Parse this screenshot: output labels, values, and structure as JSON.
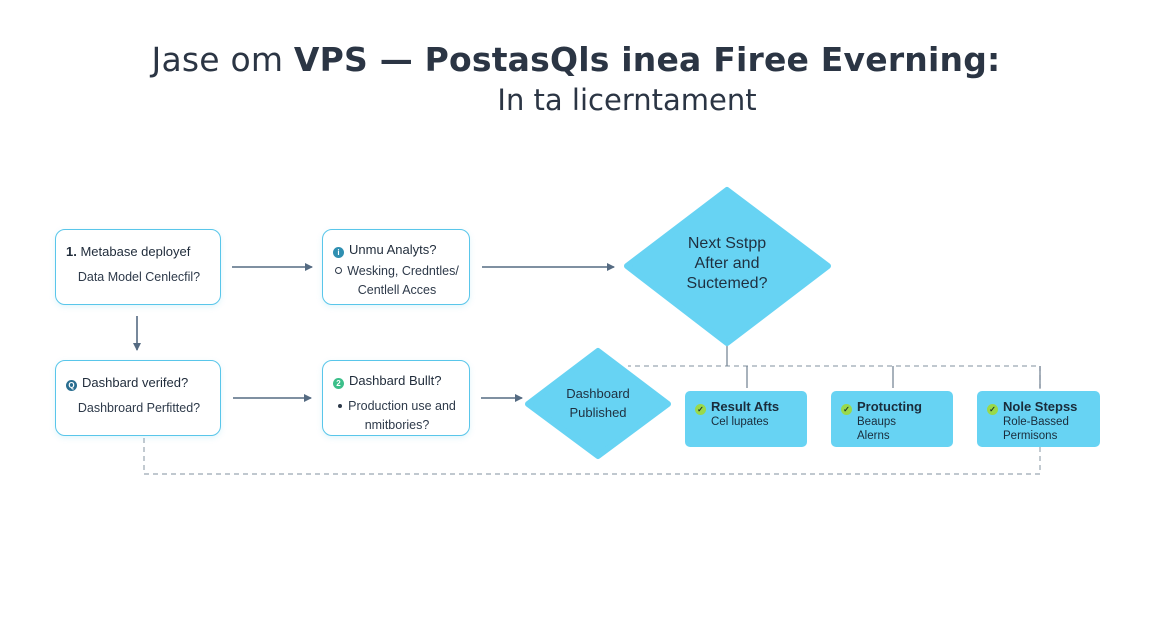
{
  "title": {
    "light": "Jase om ",
    "bold": "VPS — PostasQls inea Firee Everning:"
  },
  "subtitle": "In ta licerntament",
  "nodes": {
    "n1": {
      "num": "1.",
      "head": "Metabase deployef",
      "body": "Data Model Cenlecfil?"
    },
    "n2": {
      "head": "Unmu Analyts?",
      "line1": "Wesking, Credntles/",
      "line2": "Centlell Acces"
    },
    "n3": {
      "head": "Dashbard verifed?",
      "body": "Dashbroard Perfitted?"
    },
    "n4": {
      "head": "Dashbard Bullt?",
      "line1": "Production use and",
      "line2": "nmitbories?"
    },
    "d1": {
      "line1": "Next Sstpp",
      "line2": "After and",
      "line3": "Suctemed?"
    },
    "d2": {
      "line1": "Dashboard",
      "line2": "Published"
    },
    "t1": {
      "head": "Result Afts",
      "line1": "Cel lupates"
    },
    "t2": {
      "head": "Protucting",
      "line1": "Beaups",
      "line2": "Alerns"
    },
    "t3": {
      "head": "Nole Stepss",
      "line1": "Role-Bassed",
      "line2": "Permisons"
    }
  },
  "colors": {
    "accent": "#59c6ea",
    "diamond": "#67d3f3",
    "tile": "#67d3f3",
    "arrow": "#556b82",
    "dashed": "#9aa6b2"
  },
  "icons": {
    "n2": "info-icon",
    "n3": "search-icon",
    "n4": "check-circle-icon",
    "t1": "check-circle-icon",
    "t2": "check-circle-icon",
    "t3": "check-circle-icon"
  }
}
